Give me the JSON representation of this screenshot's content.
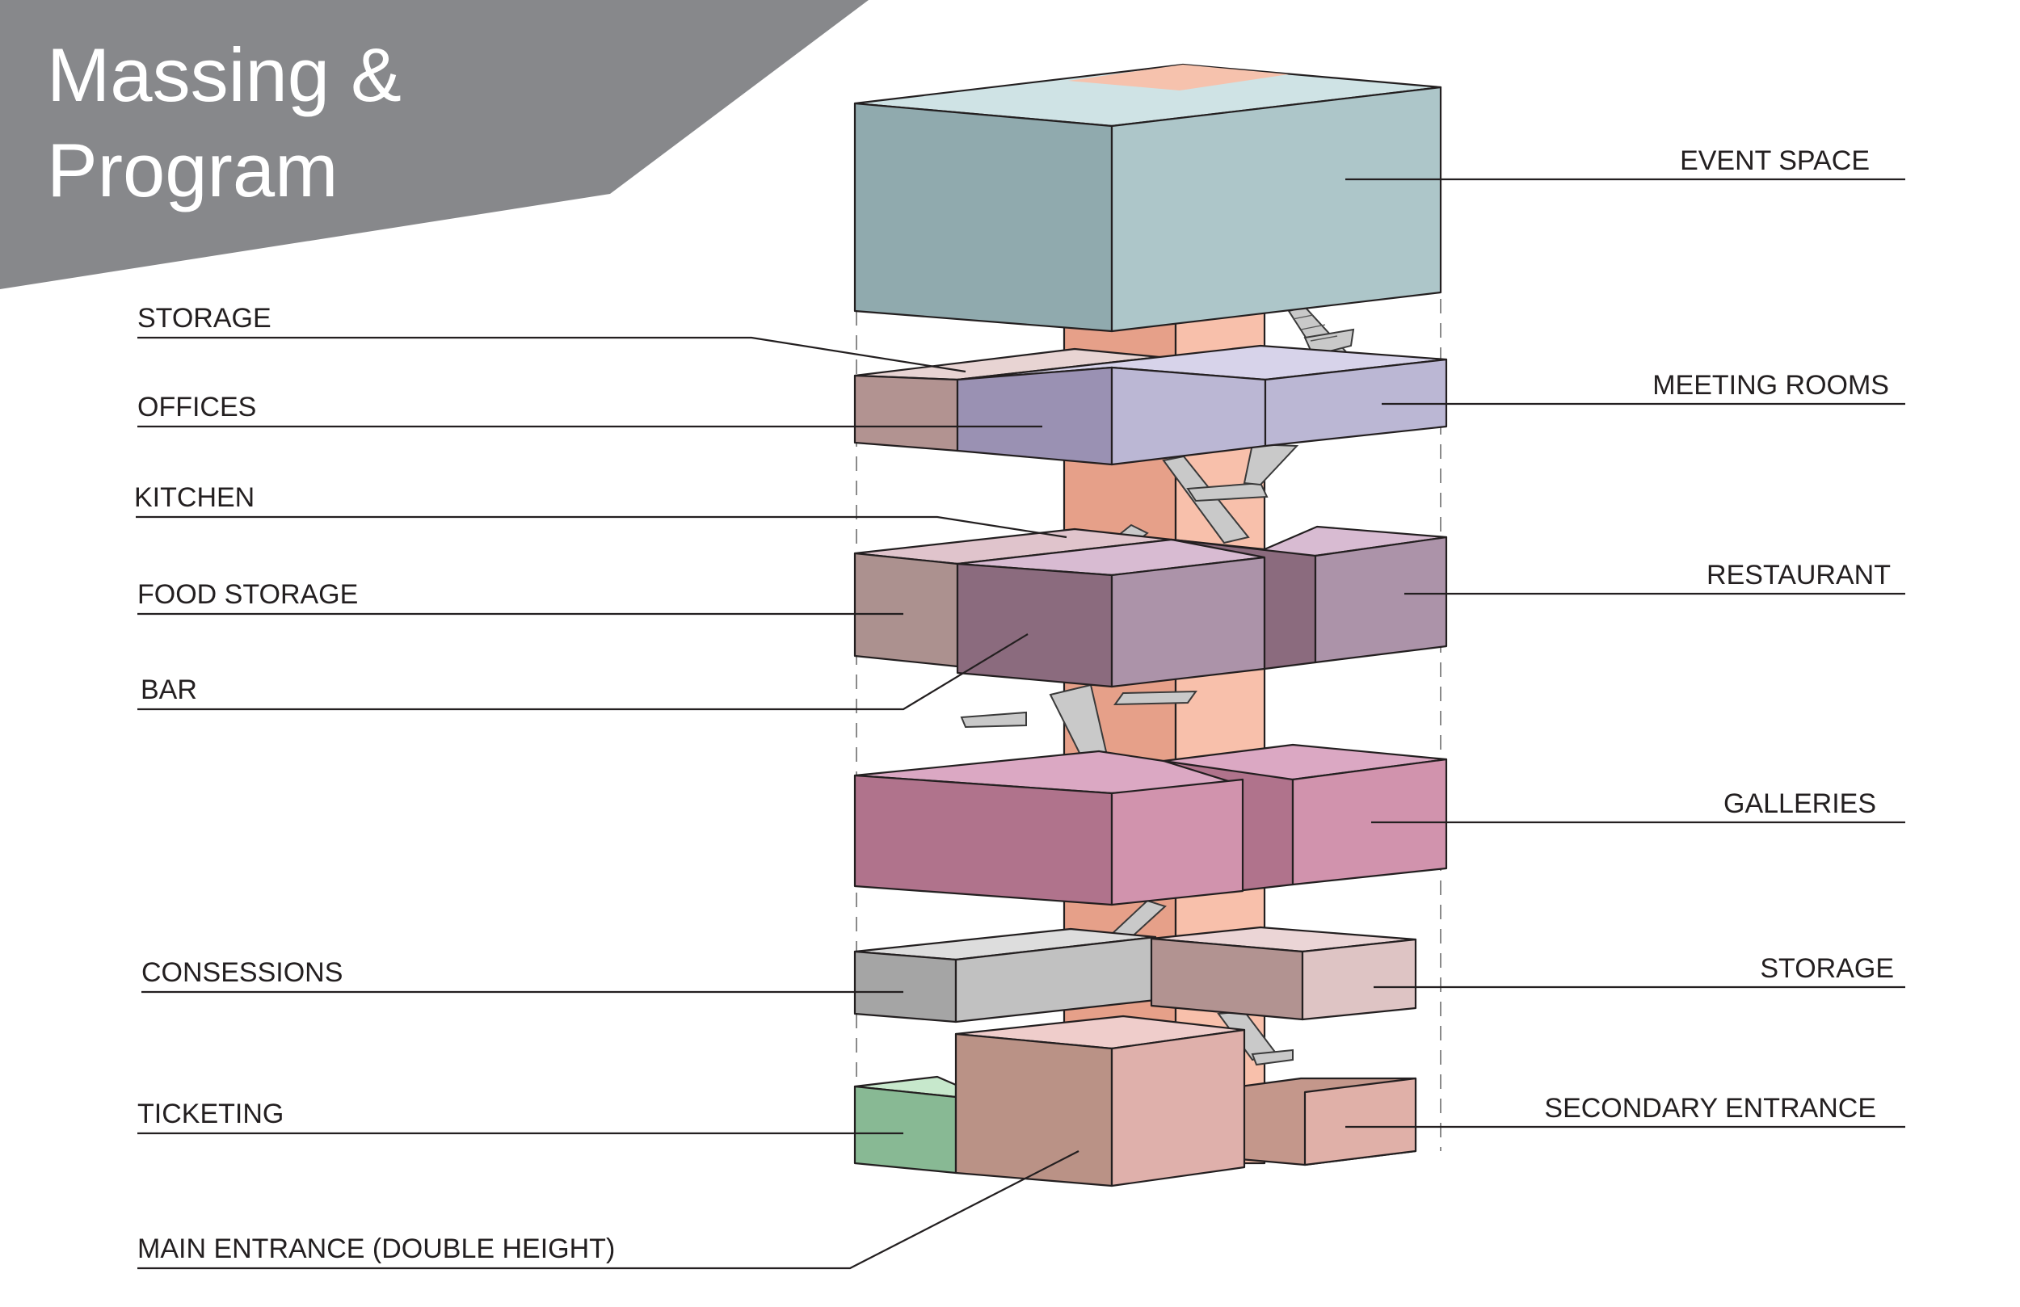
{
  "title": {
    "line1": "Massing &",
    "line2": "Program"
  },
  "labels": {
    "event_space": "EVENT SPACE",
    "storage_upper": "STORAGE",
    "offices": "OFFICES",
    "meeting_rooms": "MEETING ROOMS",
    "kitchen": "KITCHEN",
    "food_storage": "FOOD STORAGE",
    "restaurant": "RESTAURANT",
    "bar": "BAR",
    "galleries": "GALLERIES",
    "consessions": "CONSESSIONS",
    "storage_lower": "STORAGE",
    "ticketing": "TICKETING",
    "secondary_entrance": "SECONDARY ENTRANCE",
    "main_entrance": "MAIN ENTRANCE (DOUBLE HEIGHT)"
  },
  "colors": {
    "banner": "#87888b",
    "core_left": "#e6a089",
    "core_right": "#f8c0ab",
    "event_front": "#90aaae",
    "event_side": "#adc6c9",
    "event_top": "#cfe3e5",
    "event_skylight": "#f6c2ad",
    "offices": "#9a91b3",
    "meeting": "#bbb7d4",
    "meeting_top": "#d7d3ea",
    "storage_upper": "#b29391",
    "storage_upper_top": "#e8d4d3",
    "kitchen_top": "#e0c4cc",
    "food_storage": "#ac918f",
    "bar_front": "#8b6b7e",
    "bar_side": "#ac93a9",
    "restaurant_top": "#d8bbd2",
    "gallery_front": "#b0738c",
    "gallery_side": "#d193ad",
    "gallery_top": "#dba8c3",
    "consessions_front": "#a5a5a5",
    "consessions_side": "#c1c1c1",
    "consessions_top": "#dddddd",
    "storage_lower_front": "#b29391",
    "storage_lower_side": "#dec4c4",
    "storage_lower_top": "#ebd5d6",
    "ticketing_front": "#88b994",
    "ticketing_top": "#c7e8cc",
    "entrance_front": "#ba9286",
    "entrance_side": "#dfb0ab",
    "entrance_top": "#efcdcb",
    "secondary_front": "#c4978b",
    "secondary_side": "#e0b0a8"
  }
}
